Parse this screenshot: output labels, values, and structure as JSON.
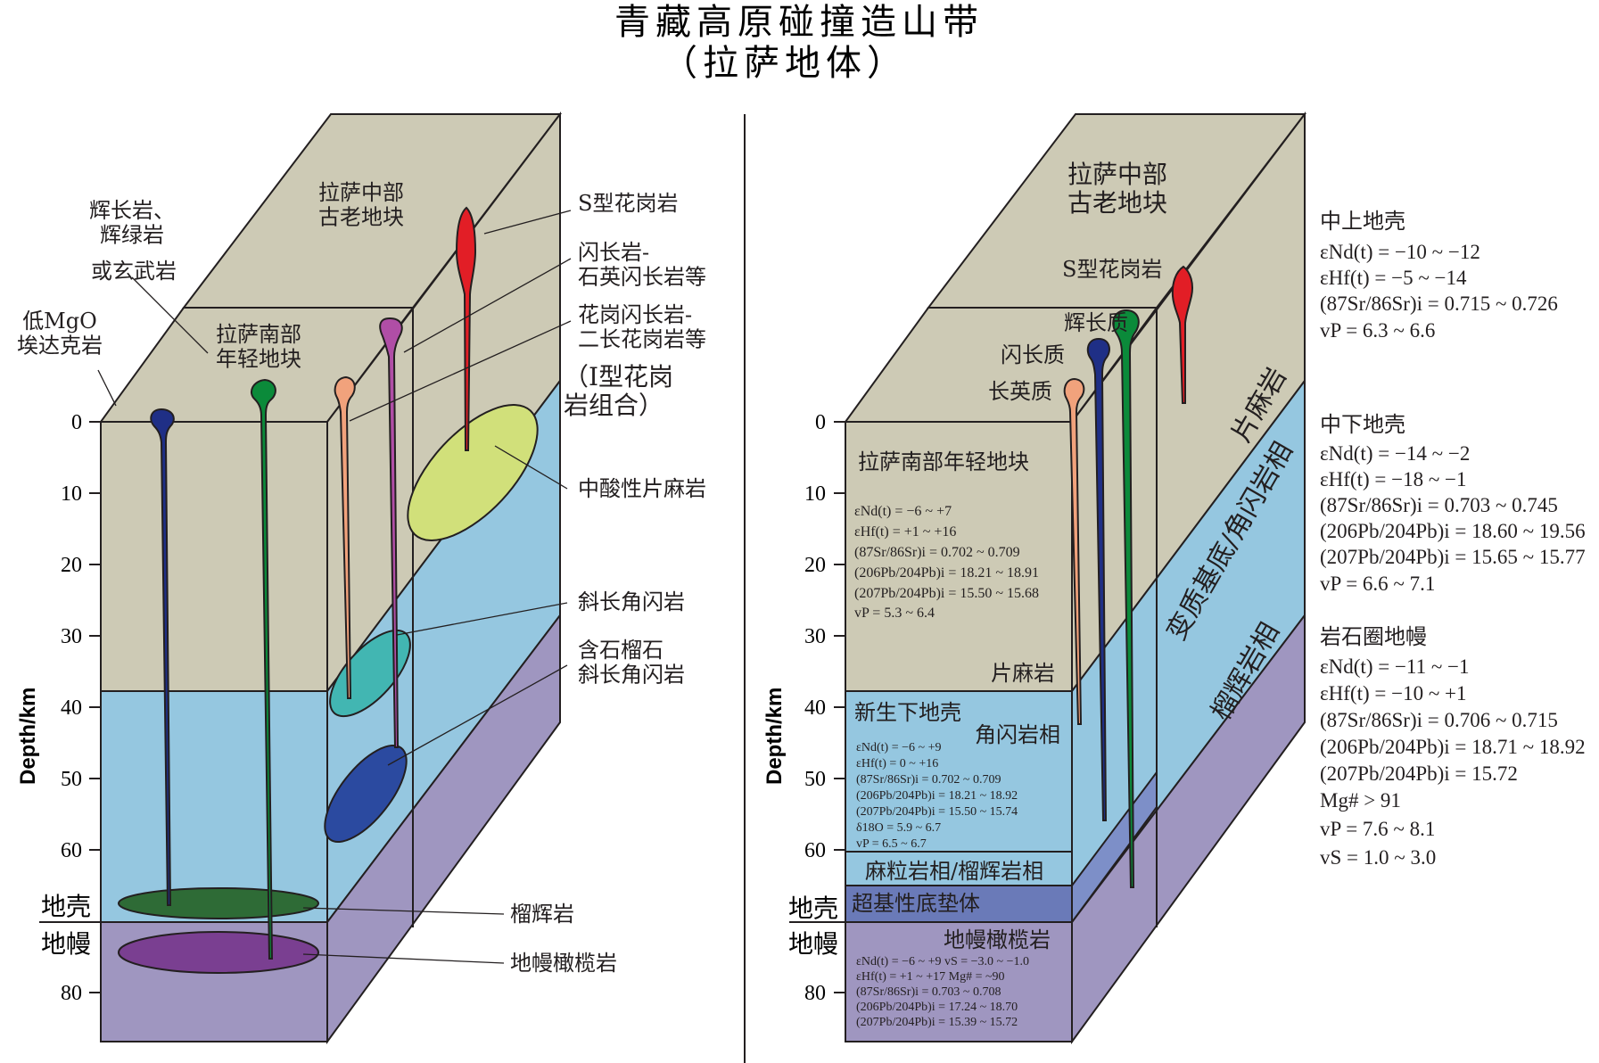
{
  "title": {
    "line1": "青藏高原碰撞造山带",
    "line2": "（拉萨地体）"
  },
  "axis": {
    "label": "Depth/km",
    "ticks": [
      "0",
      "10",
      "20",
      "30",
      "40",
      "50",
      "60",
      "80"
    ],
    "boundary_upper": "地壳",
    "boundary_lower": "地幔"
  },
  "left_block": {
    "central_block": "拉萨中部\n古老地块",
    "southern_block": "拉萨南部\n年轻地块",
    "low_mgo": "低MgO\n埃达克岩",
    "gabbro": "辉长岩、\n辉绿岩",
    "basalt": "或玄武岩",
    "s_granite": "S型花岗岩",
    "diorite": "闪长岩-\n石英闪长岩等",
    "granodiorite": "花岗闪长岩-\n二长花岗岩等",
    "i_granite": "（I型花岗\n岩组合）",
    "gneiss": "中酸性片麻岩",
    "amphibolite": "斜长角闪岩",
    "garnet_amphibolite": "含石榴石\n斜长角闪岩",
    "granulite": "榴辉岩",
    "peridotite": "地幔橄榄岩"
  },
  "right_block": {
    "central_block": "拉萨中部\n古老地块",
    "s_granite": "S型花岗岩",
    "mafic": "辉长质",
    "intermediate": "闪长质",
    "felsic": "长英质",
    "southern_block": "拉萨南部年轻地块",
    "gneiss": "片麻岩",
    "new_lower_crust": "新生下地壳",
    "amphibolite_facies": "角闪岩相",
    "granulite_facies": "麻粒岩相/榴辉岩相",
    "ultramafic": "超基性底垫体",
    "mantle_peridotite": "地幔橄榄岩",
    "side_gneiss": "片麻岩",
    "side_metamorphic": "变质基底/角闪岩相",
    "side_eclogite": "榴辉岩相",
    "upper_iso": [
      "εNd(t) = −6 ~ +7",
      "εHf(t) = +1 ~ +16",
      "(87Sr/86Sr)i = 0.702 ~ 0.709",
      "(206Pb/204Pb)i = 18.21 ~ 18.91",
      "(207Pb/204Pb)i = 15.50 ~ 15.68",
      "vP = 5.3 ~ 6.4"
    ],
    "lower_iso": [
      "εNd(t) = −6 ~ +9",
      "εHf(t) = 0 ~ +16",
      "(87Sr/86Sr)i = 0.702 ~ 0.709",
      "(206Pb/204Pb)i = 18.21 ~ 18.92",
      "(207Pb/204Pb)i = 15.50 ~ 15.74",
      "δ18O = 5.9 ~ 6.7",
      "vP = 6.5 ~ 6.7"
    ],
    "mantle_iso": [
      "εNd(t) = −6 ~ +9    vS = −3.0 ~ −1.0",
      "εHf(t) = +1 ~ +17  Mg# = ~90",
      "(87Sr/86Sr)i = 0.703 ~ 0.708",
      "(206Pb/204Pb)i = 17.24 ~ 18.70",
      "(207Pb/204Pb)i = 15.39 ~ 15.72"
    ]
  },
  "side_notes": {
    "upper_title": "中上地壳",
    "upper": [
      "εNd(t) = −10 ~ −12",
      "εHf(t) = −5 ~ −14",
      "(87Sr/86Sr)i = 0.715 ~ 0.726",
      "vP = 6.3 ~ 6.6"
    ],
    "middle_title": "中下地壳",
    "middle": [
      "εNd(t) = −14 ~ −2",
      "εHf(t) = −18 ~ −1",
      "(87Sr/86Sr)i = 0.703 ~ 0.745",
      "(206Pb/204Pb)i = 18.60 ~ 19.56",
      "(207Pb/204Pb)i = 15.65 ~ 15.77",
      "vP = 6.6 ~ 7.1"
    ],
    "mantle_title": "岩石圈地幔",
    "mantle": [
      "εNd(t) = −11 ~ −1",
      "εHf(t) = −10 ~ +1",
      "(87Sr/86Sr)i = 0.706 ~ 0.715",
      "(206Pb/204Pb)i = 18.71 ~ 18.92",
      "(207Pb/204Pb)i = 15.72",
      "Mg# > 91",
      "vP = 7.6 ~ 8.1",
      "vS = 1.0 ~ 3.0"
    ]
  },
  "colors": {
    "upper_crust": "#cdcab5",
    "lower_crust": "#95c7e0",
    "mantle": "#9f96c0",
    "underplate": "#6a7ab8",
    "granulite": "#7d8fc8",
    "s_granite": "#e21e26",
    "adakite": "#1f2f86",
    "gabbro": "#0b8a3a",
    "diorite": "#b04ea6",
    "granodiorite": "#f1a27c",
    "gneiss_lens": "#d1e07a",
    "amphibolite_lens": "#42b6b2",
    "garnet_lens": "#2b4aa0",
    "eclogite_lens": "#2e6b36",
    "peridotite_lens": "#7a3f91"
  }
}
